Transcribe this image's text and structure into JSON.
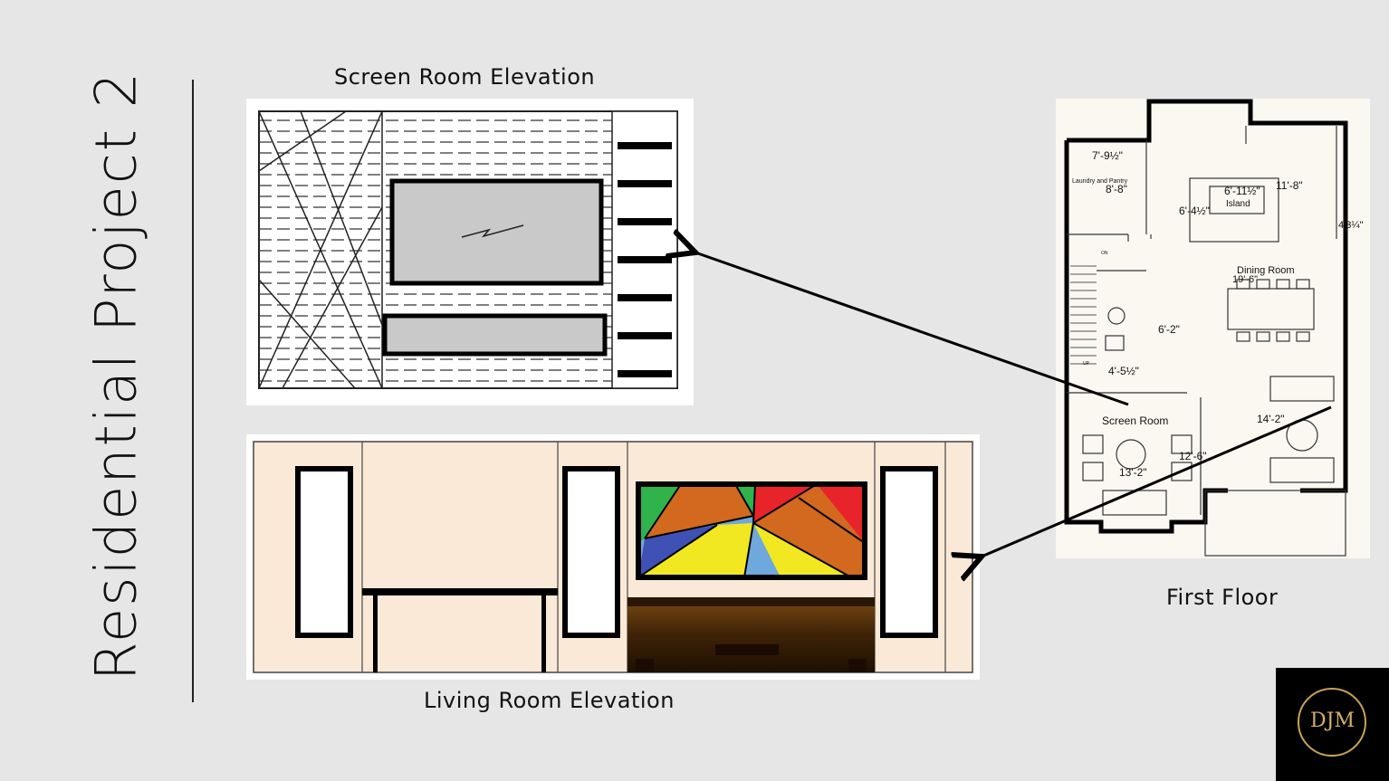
{
  "slide": {
    "title": "Residential Project 2"
  },
  "screen_room": {
    "caption": "Screen Room Elevation"
  },
  "living_room": {
    "caption": "Living Room Elevation"
  },
  "first_floor": {
    "caption": "First Floor",
    "labels": {
      "laundry": "Laundry and Pantry",
      "dim_laundry_w": "7'-9½\"",
      "dim_laundry_l": "8'-8\"",
      "island_dim": "6'-11½\"",
      "island": "Island",
      "island_depth": "6'-4½\"",
      "kitchen_dim": "11'-8\"",
      "side_dim": "4'3¼\"",
      "dining": "Dining Room",
      "dining_dim": "19'-6\"",
      "bath_dim": "6'-2\"",
      "bath_width": "4'-5½\"",
      "screen_room": "Screen Room",
      "screen_dim": "13'-2\"",
      "living_dim_w": "14'-2\"",
      "living_dim_l": "12'-6\"",
      "stair_on": "ON",
      "stair_up": "UP"
    }
  },
  "logo": {
    "letters": "DJM",
    "colors": {
      "background": "#000000",
      "gold": "#c9a455"
    }
  },
  "colors": {
    "background": "#e6e6e6",
    "living_wall": "#fbe9d8",
    "stained_glass": [
      "#2fb34a",
      "#d2691e",
      "#e8242a",
      "#f2e822",
      "#6fa8dc",
      "#3f51b5"
    ]
  }
}
